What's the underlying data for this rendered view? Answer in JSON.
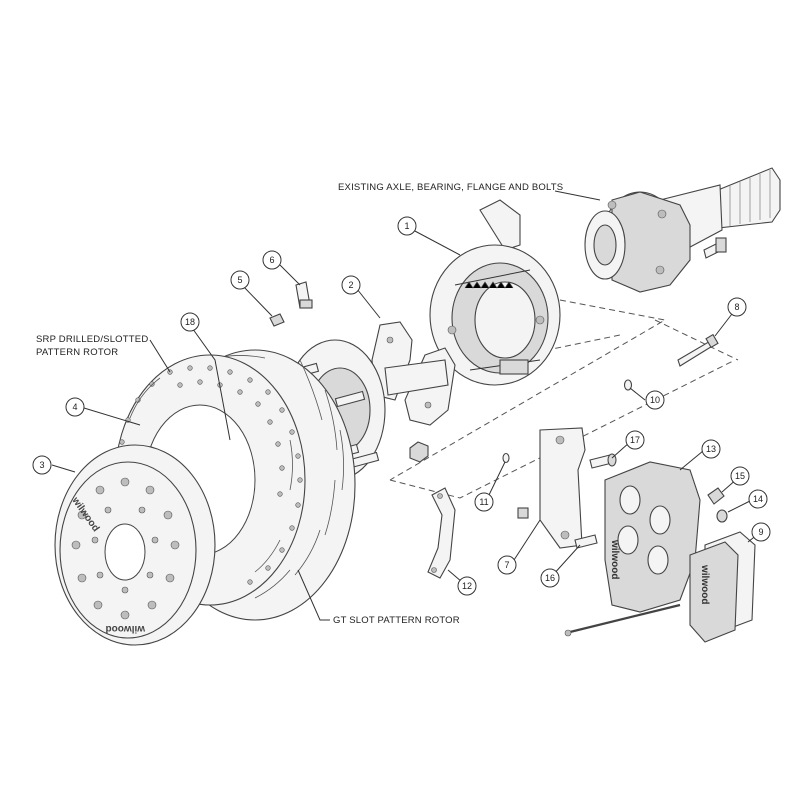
{
  "labels": {
    "axle": "EXISTING AXLE, BEARING, FLANGE AND BOLTS",
    "srp_line1": "SRP DRILLED/SLOTTED",
    "srp_line2": "PATTERN ROTOR",
    "gt": "GT SLOT PATTERN ROTOR"
  },
  "parts": {
    "p1": "1",
    "p2": "2",
    "p3": "3",
    "p4": "4",
    "p5": "5",
    "p6": "6",
    "p7": "7",
    "p8": "8",
    "p9": "9",
    "p10": "10",
    "p11": "11",
    "p12": "12",
    "p13": "13",
    "p14": "14",
    "p15": "15",
    "p16": "16",
    "p17": "17",
    "p18": "18"
  },
  "brand": "wilwood"
}
